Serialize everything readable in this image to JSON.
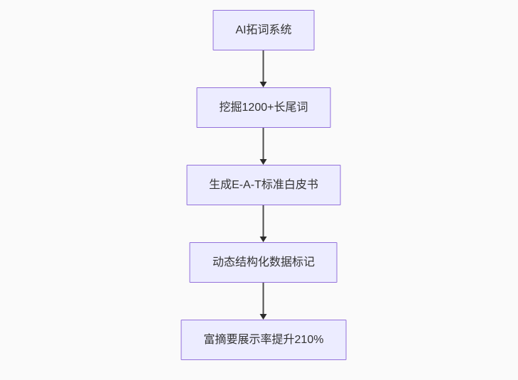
{
  "diagram": {
    "kind": "flowchart",
    "direction": "top-down",
    "colors": {
      "background": "#FAFAFA",
      "node_fill": "#ECECFF",
      "node_border": "#9370DB",
      "node_text": "#333333",
      "edge_line": "#4D4D4D",
      "edge_arrowhead": "#2B2B2B"
    },
    "nodes": [
      {
        "id": "n1",
        "label": "AI拓词系统"
      },
      {
        "id": "n2",
        "label": "挖掘1200+长尾词"
      },
      {
        "id": "n3",
        "label": "生成E-A-T标准白皮书"
      },
      {
        "id": "n4",
        "label": "动态结构化数据标记"
      },
      {
        "id": "n5",
        "label": "富摘要展示率提升210%"
      }
    ],
    "edges": [
      {
        "from": "n1",
        "to": "n2",
        "style": "arrow-down"
      },
      {
        "from": "n2",
        "to": "n3",
        "style": "arrow-down"
      },
      {
        "from": "n3",
        "to": "n4",
        "style": "arrow-down"
      },
      {
        "from": "n4",
        "to": "n5",
        "style": "arrow-down"
      }
    ]
  }
}
